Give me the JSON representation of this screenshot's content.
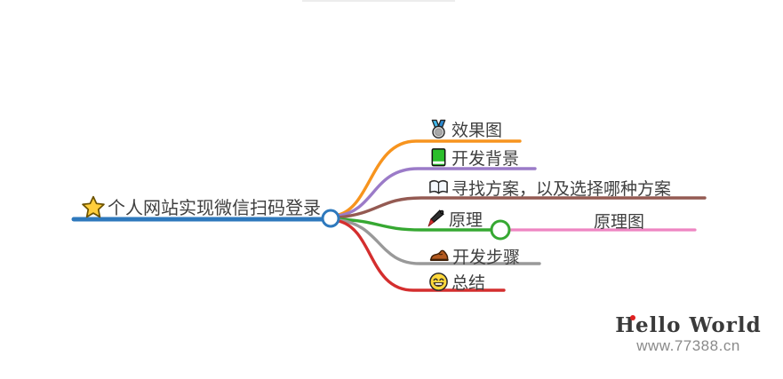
{
  "canvas": {
    "background": "#ffffff"
  },
  "root": {
    "label": "个人网站实现微信扫码登录",
    "icon": "star-icon",
    "color": "#2E79BD",
    "text_color": "#3F3F3F"
  },
  "branches": [
    {
      "label": "效果图",
      "icon": "medal-icon",
      "color": "#F7941E"
    },
    {
      "label": "开发背景",
      "icon": "green-book-icon",
      "color": "#9B7BC8"
    },
    {
      "label": "寻找方案，以及选择哪种方案",
      "icon": "open-book-icon",
      "color": "#945A52"
    },
    {
      "label": "原理",
      "icon": "pen-icon",
      "color": "#36A832",
      "children": [
        {
          "label": "原理图",
          "color": "#EE85C2"
        }
      ]
    },
    {
      "label": "开发步骤",
      "icon": "shoe-icon",
      "color": "#999999"
    },
    {
      "label": "总结",
      "icon": "smiley-icon",
      "color": "#D42E2E"
    }
  ],
  "watermark": {
    "title": "Hello World",
    "url": "www.77388.cn",
    "dot_color": "#E02020",
    "title_color": "#3A3A3A",
    "url_color": "#8A8A8A"
  }
}
